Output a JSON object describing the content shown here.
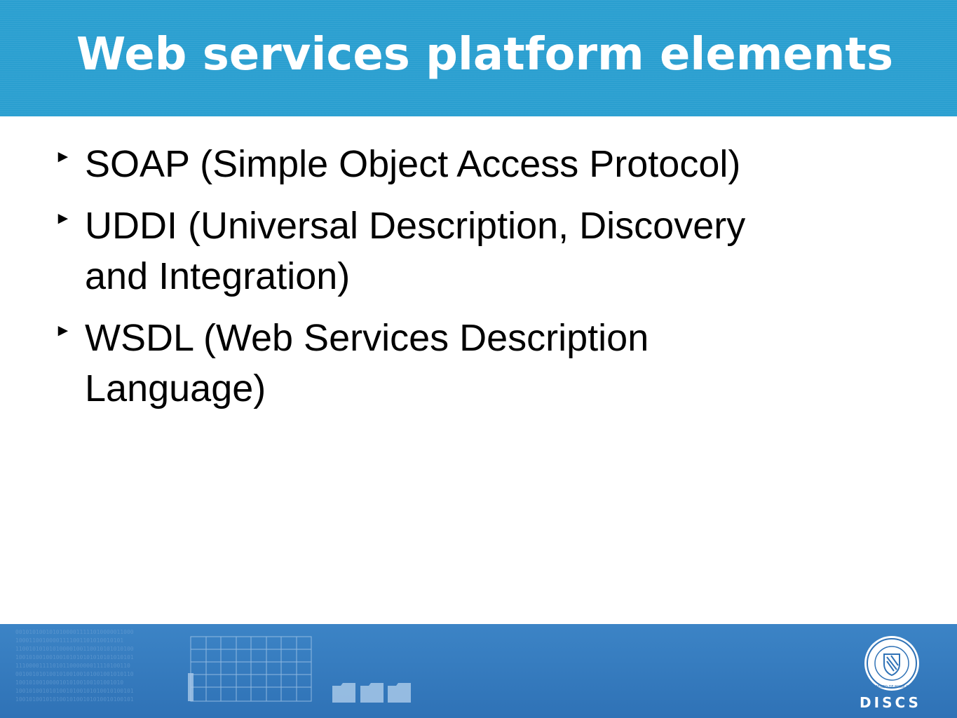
{
  "slide": {
    "title": "Web services platform elements",
    "bullets": [
      {
        "lines": [
          "SOAP (Simple Object Access Protocol)"
        ]
      },
      {
        "lines": [
          "UDDI (Universal Description, Discovery",
          "and Integration)"
        ]
      },
      {
        "lines": [
          "WSDL (Web Services Description",
          "Language)"
        ]
      }
    ],
    "bullet_icon": "right-triangle-icon"
  },
  "footer": {
    "brand": "DISCS",
    "seal_text": "AENEO DE MANILA",
    "colors": {
      "header": "#2a9fd0",
      "footer": "#2f72b6"
    }
  }
}
